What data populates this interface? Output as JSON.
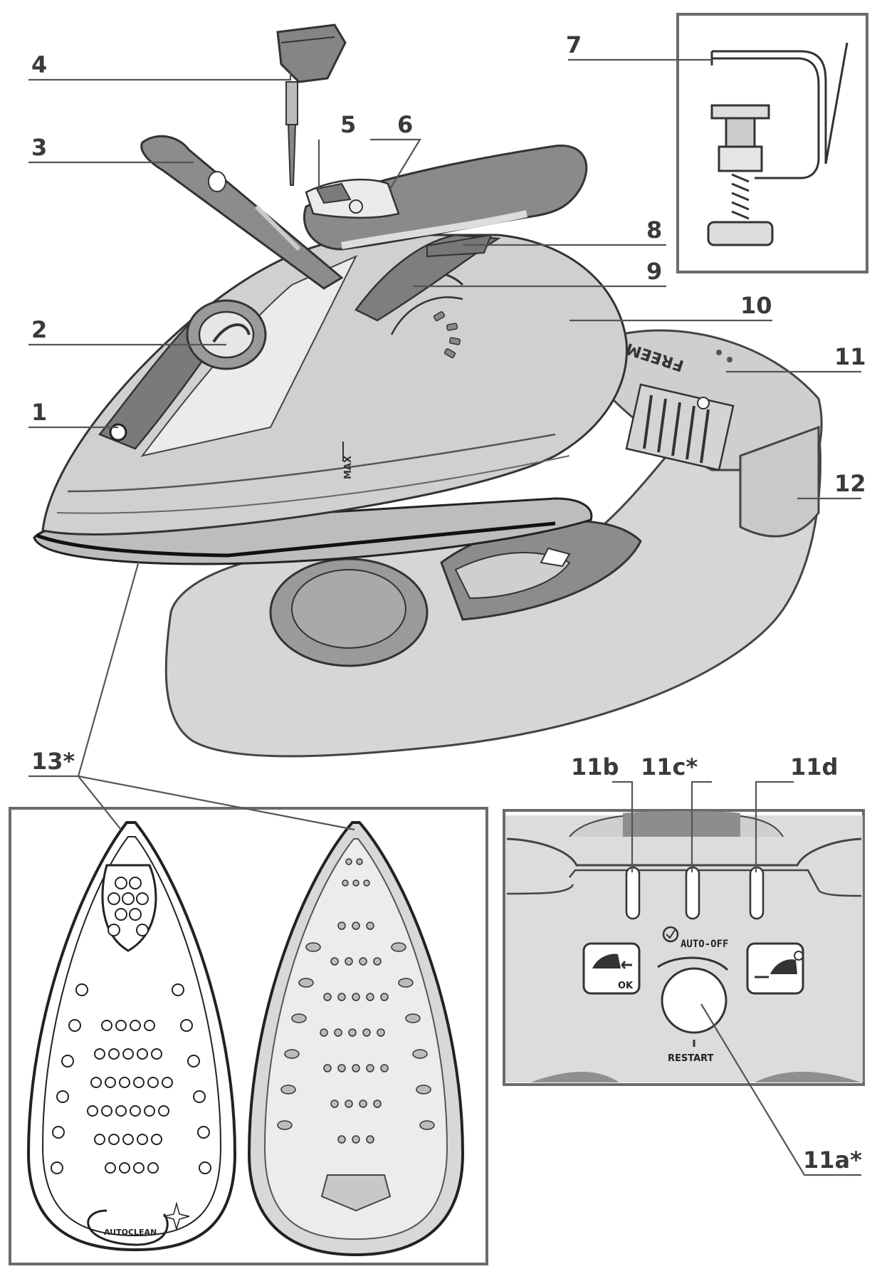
{
  "callouts": {
    "c1": "1",
    "c2": "2",
    "c3": "3",
    "c4": "4",
    "c5": "5",
    "c6": "6",
    "c7": "7",
    "c8": "8",
    "c9": "9",
    "c10": "10",
    "c11": "11",
    "c12": "12",
    "c13": "13*",
    "c11a": "11a*",
    "c11b": "11b",
    "c11c": "11c*",
    "c11d": "11d"
  },
  "printed_text": {
    "max_mark": "MAX",
    "brand_base": "FREEMOVE",
    "auto_off": "AUTO-OFF",
    "restart": "RESTART",
    "ok": "OK",
    "autoclean": "AUTOCLEAN"
  },
  "colors": {
    "line": "#555555",
    "body_light": "#d9d9d9",
    "body_mid": "#a8a8a8",
    "body_dark": "#7d7d7d",
    "frame": "#6b6b6b"
  },
  "icons": {
    "steam_ok": "iron-dock-ok-icon",
    "steam_heat": "iron-heat-icon",
    "auto_off": "clock-check-icon"
  }
}
